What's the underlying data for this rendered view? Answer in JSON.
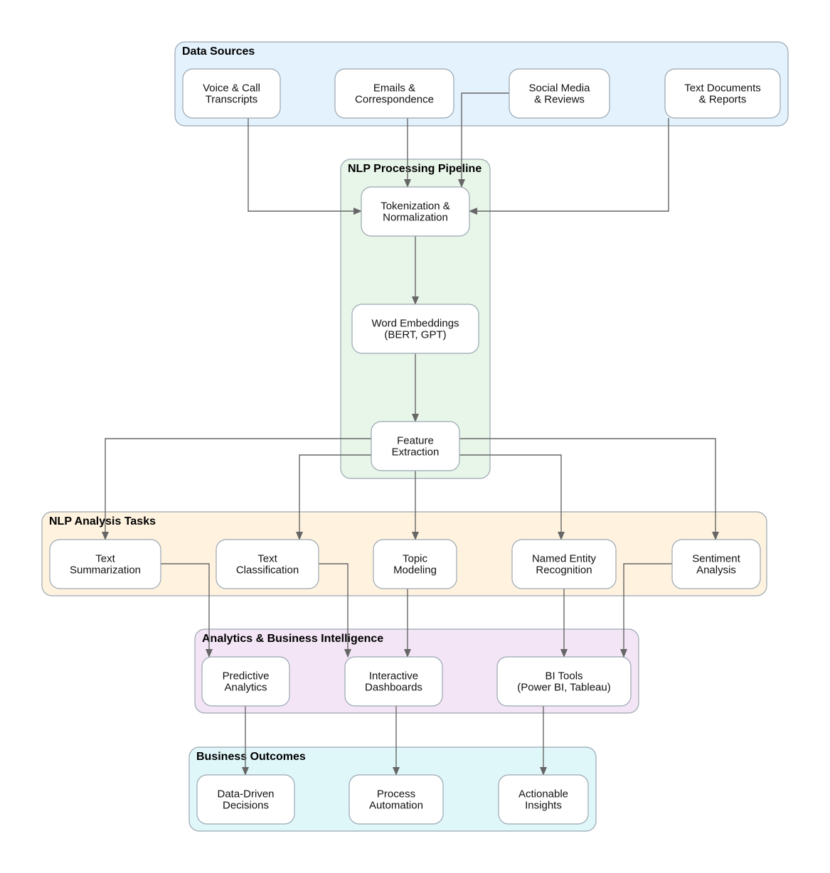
{
  "colors": {
    "data_sources": "#e3f2fd",
    "nlp_pipeline": "#e8f5e9",
    "analysis_tasks": "#fff3e0",
    "analytics_bi": "#f3e5f5",
    "business_outcomes": "#e0f7fa",
    "edge": "#666666",
    "border": "#9aa7b1"
  },
  "groups": [
    {
      "id": "data_sources",
      "title": "Data Sources"
    },
    {
      "id": "nlp_pipeline",
      "title": "NLP Processing Pipeline"
    },
    {
      "id": "analysis_tasks",
      "title": "NLP Analysis Tasks"
    },
    {
      "id": "analytics_bi",
      "title": "Analytics & Business Intelligence"
    },
    {
      "id": "business_outcomes",
      "title": "Business Outcomes"
    }
  ],
  "nodes": [
    {
      "id": "voice",
      "lines": [
        "Voice & Call",
        "Transcripts"
      ]
    },
    {
      "id": "emails",
      "lines": [
        "Emails &",
        "Correspondence"
      ]
    },
    {
      "id": "social",
      "lines": [
        "Social Media",
        "& Reviews"
      ]
    },
    {
      "id": "textdocs",
      "lines": [
        "Text Documents",
        "& Reports"
      ]
    },
    {
      "id": "tokenization",
      "lines": [
        "Tokenization &",
        "Normalization"
      ]
    },
    {
      "id": "embeddings",
      "lines": [
        "Word Embeddings",
        "(BERT, GPT)"
      ]
    },
    {
      "id": "features",
      "lines": [
        "Feature",
        "Extraction"
      ]
    },
    {
      "id": "summarization",
      "lines": [
        "Text",
        "Summarization"
      ]
    },
    {
      "id": "classification",
      "lines": [
        "Text",
        "Classification"
      ]
    },
    {
      "id": "topic",
      "lines": [
        "Topic",
        "Modeling"
      ]
    },
    {
      "id": "ner",
      "lines": [
        "Named Entity",
        "Recognition"
      ]
    },
    {
      "id": "sentiment",
      "lines": [
        "Sentiment",
        "Analysis"
      ]
    },
    {
      "id": "predictive",
      "lines": [
        "Predictive",
        "Analytics"
      ]
    },
    {
      "id": "dashboards",
      "lines": [
        "Interactive",
        "Dashboards"
      ]
    },
    {
      "id": "bitools",
      "lines": [
        "BI Tools",
        "(Power BI, Tableau)"
      ]
    },
    {
      "id": "decisions",
      "lines": [
        "Data-Driven",
        "Decisions"
      ]
    },
    {
      "id": "automation",
      "lines": [
        "Process",
        "Automation"
      ]
    },
    {
      "id": "insights",
      "lines": [
        "Actionable",
        "Insights"
      ]
    }
  ],
  "edges": [
    {
      "from": "voice",
      "to": "tokenization"
    },
    {
      "from": "emails",
      "to": "tokenization"
    },
    {
      "from": "social",
      "to": "tokenization"
    },
    {
      "from": "textdocs",
      "to": "tokenization"
    },
    {
      "from": "tokenization",
      "to": "embeddings"
    },
    {
      "from": "embeddings",
      "to": "features"
    },
    {
      "from": "features",
      "to": "summarization"
    },
    {
      "from": "features",
      "to": "classification"
    },
    {
      "from": "features",
      "to": "topic"
    },
    {
      "from": "features",
      "to": "ner"
    },
    {
      "from": "features",
      "to": "sentiment"
    },
    {
      "from": "summarization",
      "to": "predictive"
    },
    {
      "from": "classification",
      "to": "dashboards"
    },
    {
      "from": "topic",
      "to": "dashboards"
    },
    {
      "from": "ner",
      "to": "bitools"
    },
    {
      "from": "sentiment",
      "to": "bitools"
    },
    {
      "from": "predictive",
      "to": "decisions"
    },
    {
      "from": "dashboards",
      "to": "automation"
    },
    {
      "from": "bitools",
      "to": "insights"
    }
  ]
}
